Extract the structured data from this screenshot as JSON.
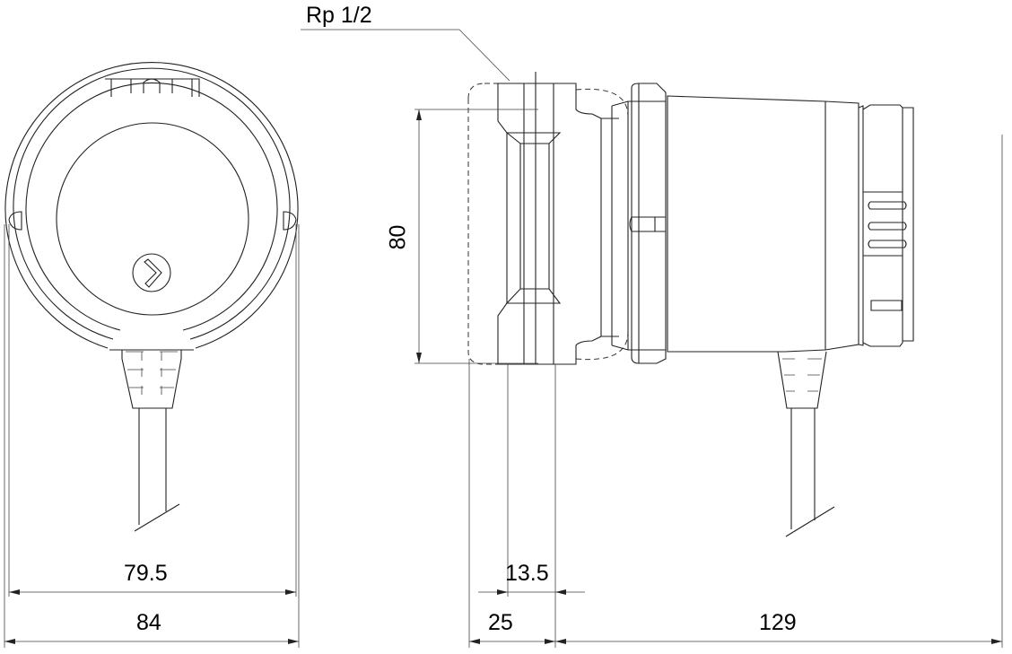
{
  "drawing": {
    "thread_label": "Rp 1/2",
    "dimensions": {
      "height": "80",
      "front_width_inner": "79.5",
      "front_width_outer": "84",
      "port_offset": "13.5",
      "port_depth": "25",
      "body_length": "129"
    },
    "colors": {
      "line": "#222222",
      "background": "#ffffff"
    }
  }
}
